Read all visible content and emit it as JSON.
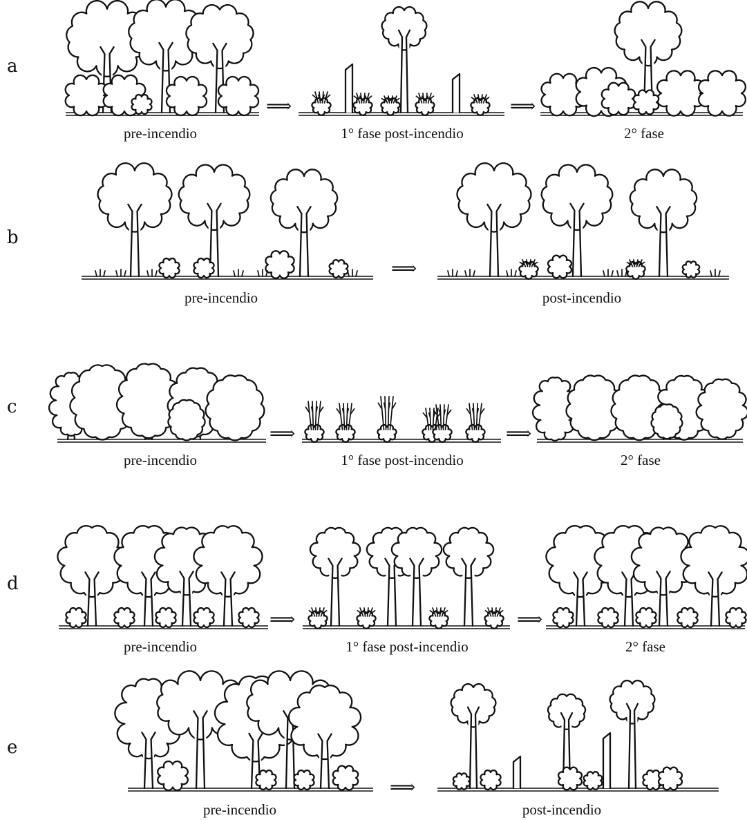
{
  "rows": [
    {
      "letter": "a",
      "panels": [
        {
          "caption": "pre-incendio"
        },
        {
          "caption": "1° fase post-incendio"
        },
        {
          "caption": "2° fase"
        }
      ],
      "arrow": "⟹"
    },
    {
      "letter": "b",
      "panels": [
        {
          "caption": "pre-incendio"
        },
        {
          "caption": "post-incendio"
        }
      ],
      "arrow": "⟹"
    },
    {
      "letter": "c",
      "panels": [
        {
          "caption": "pre-incendio"
        },
        {
          "caption": "1° fase post-incendio"
        },
        {
          "caption": "2° fase"
        }
      ],
      "arrow": "⟹"
    },
    {
      "letter": "d",
      "panels": [
        {
          "caption": "pre-incendio"
        },
        {
          "caption": "1° fase post-incendio"
        },
        {
          "caption": "2° fase"
        }
      ],
      "arrow": "⟹"
    },
    {
      "letter": "e",
      "panels": [
        {
          "caption": "pre-incendio"
        },
        {
          "caption": "post-incendio"
        }
      ],
      "arrow": "⟹"
    }
  ],
  "colors": {
    "ink": "#111111",
    "background": "#ffffff"
  }
}
